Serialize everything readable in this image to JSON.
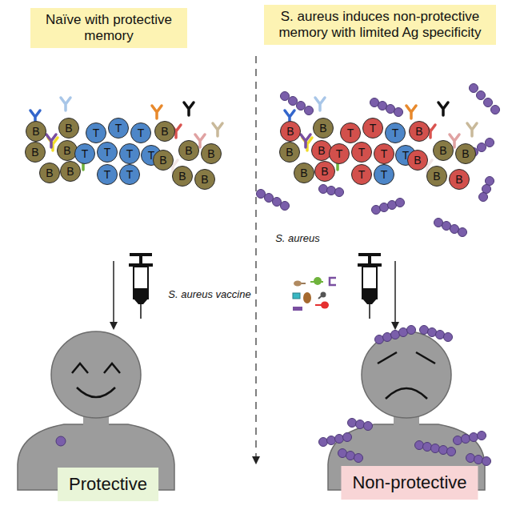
{
  "diagram": {
    "nodes": [
      {
        "text": [
          "Naïve with protective memory"
        ]
      },
      {
        "text": [
          "S. aureus induces non-protective memory with limited Ag specificity"
        ]
      },
      {
        "text": [
          "B"
        ]
      },
      {
        "text": [
          "B"
        ]
      },
      {
        "text": [
          "B"
        ]
      },
      {
        "text": [
          "B"
        ]
      },
      {
        "text": [
          "B"
        ]
      },
      {
        "text": [
          "B"
        ]
      },
      {
        "text": [
          "T"
        ]
      },
      {
        "text": [
          "T"
        ]
      },
      {
        "text": [
          "T"
        ]
      },
      {
        "text": [
          "T"
        ]
      },
      {
        "text": [
          "T"
        ]
      },
      {
        "text": [
          "T"
        ]
      },
      {
        "text": [
          "T"
        ]
      },
      {
        "text": [
          "T"
        ]
      },
      {
        "text": [
          "T"
        ]
      },
      {
        "text": [
          "B"
        ]
      },
      {
        "text": [
          "B"
        ]
      },
      {
        "text": [
          "B"
        ]
      },
      {
        "text": [
          "B"
        ]
      },
      {
        "text": [
          "B"
        ]
      },
      {
        "text": [
          "B"
        ]
      },
      {
        "text": [
          "B"
        ]
      },
      {
        "text": [
          "B"
        ]
      },
      {
        "text": [
          "B"
        ]
      },
      {
        "text": [
          "B"
        ]
      },
      {
        "text": [
          "B"
        ]
      },
      {
        "text": [
          "B"
        ]
      },
      {
        "text": [
          "T"
        ]
      },
      {
        "text": [
          "T"
        ]
      },
      {
        "text": [
          "T"
        ]
      },
      {
        "text": [
          "T"
        ]
      },
      {
        "text": [
          "T"
        ]
      },
      {
        "text": [
          "T"
        ]
      },
      {
        "text": [
          "T"
        ]
      },
      {
        "text": [
          "T"
        ]
      },
      {
        "text": [
          "T"
        ]
      },
      {
        "text": [
          "B"
        ]
      },
      {
        "text": [
          "B"
        ]
      },
      {
        "text": [
          "B"
        ]
      },
      {
        "text": [
          "B"
        ]
      },
      {
        "text": [
          "B"
        ]
      },
      {
        "text": [
          "B"
        ]
      },
      {
        "text": [
          "Protective"
        ]
      },
      {
        "text": [
          "Non-protective"
        ]
      }
    ],
    "labels": [
      "S. aureus",
      "S. aureus vaccine"
    ]
  }
}
